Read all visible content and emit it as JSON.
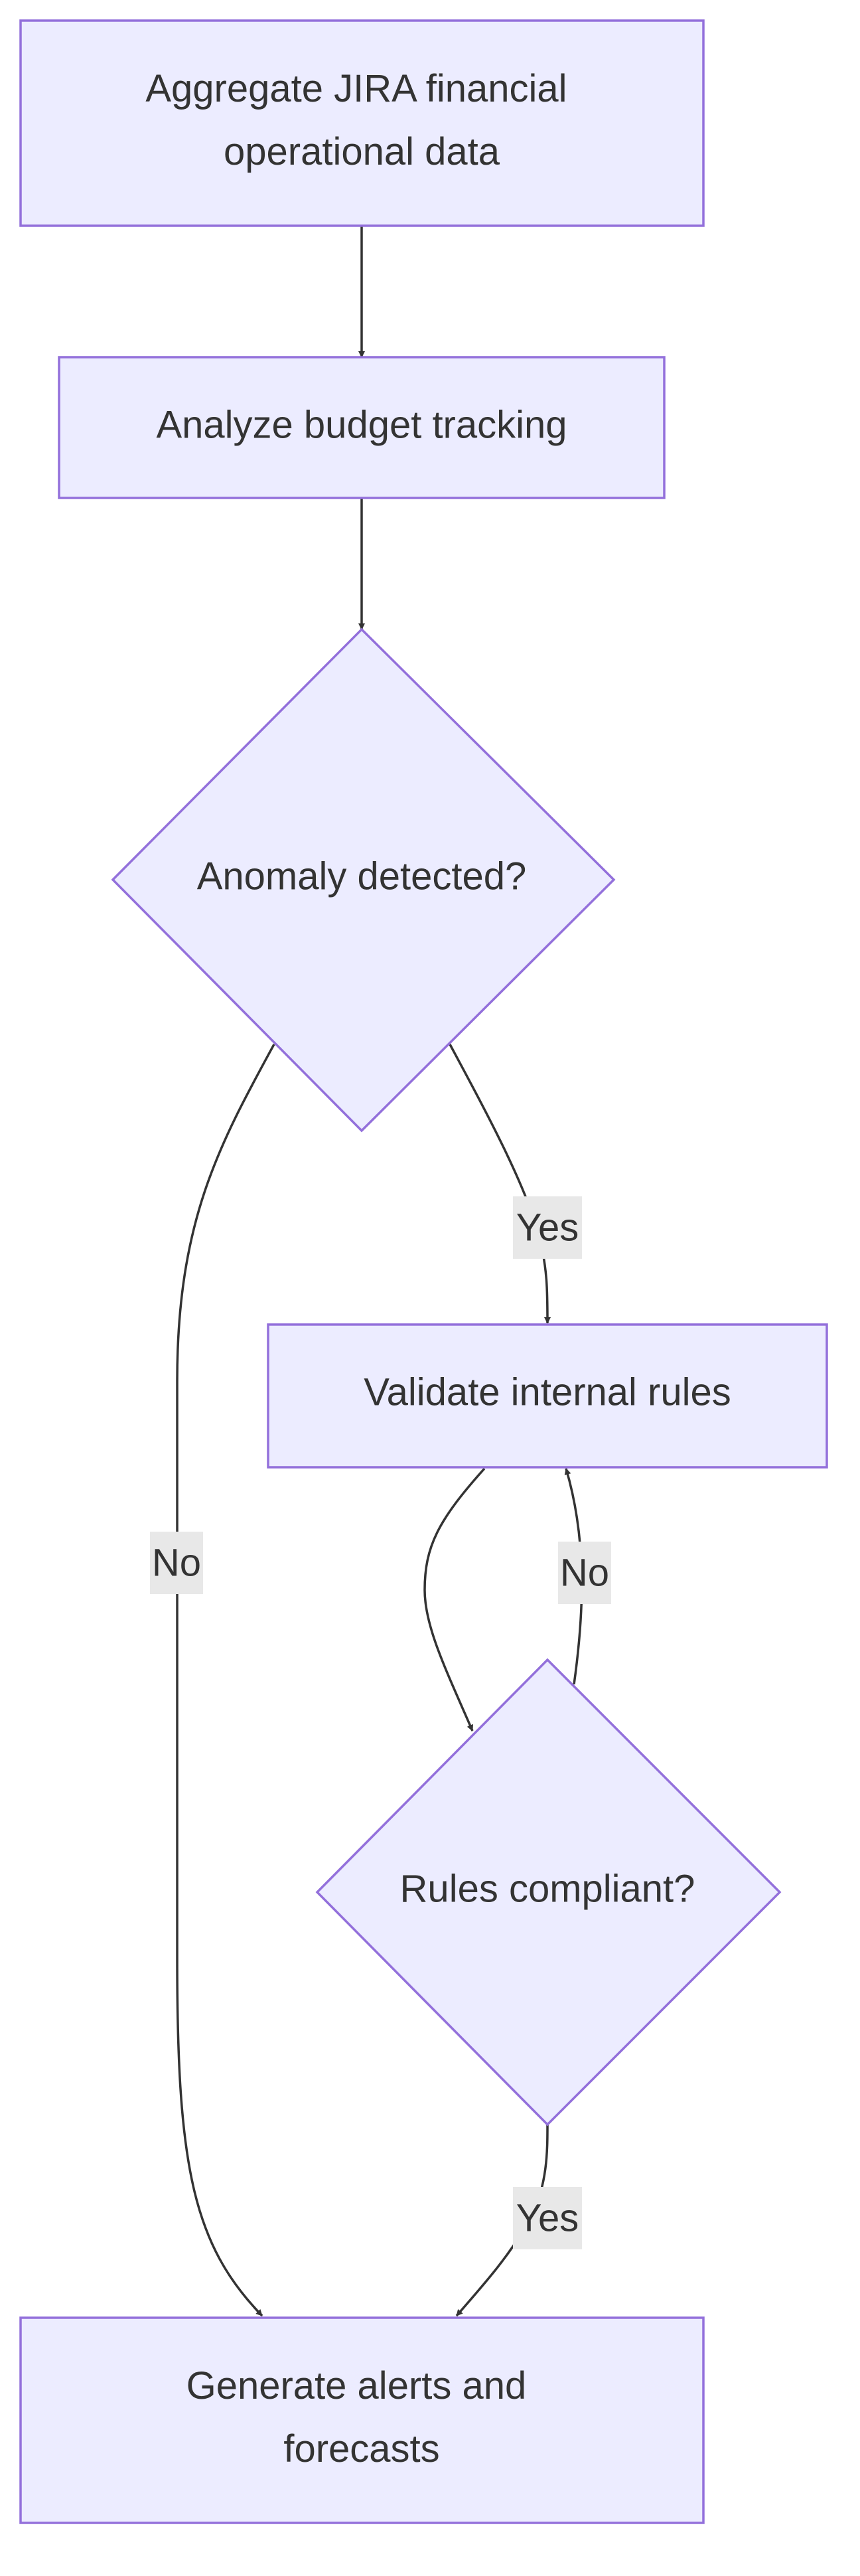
{
  "diagram": {
    "type": "flowchart",
    "colors": {
      "node_fill": "#ececff",
      "node_stroke": "#9370db",
      "edge": "#333333",
      "label_bg": "#e8e8e8",
      "text": "#333333"
    },
    "nodes": {
      "aggregate": {
        "shape": "rect",
        "line1": "Aggregate JIRA financial",
        "line2": "operational data"
      },
      "analyze": {
        "shape": "rect",
        "label": "Analyze budget tracking"
      },
      "anomaly": {
        "shape": "diamond",
        "label": "Anomaly detected?"
      },
      "validate": {
        "shape": "rect",
        "label": "Validate internal rules"
      },
      "compliant": {
        "shape": "diamond",
        "label": "Rules compliant?"
      },
      "generate": {
        "shape": "rect",
        "line1": "Generate alerts and",
        "line2": "forecasts"
      }
    },
    "edges": [
      {
        "from": "aggregate",
        "to": "analyze",
        "label": ""
      },
      {
        "from": "analyze",
        "to": "anomaly",
        "label": ""
      },
      {
        "from": "anomaly",
        "to": "validate",
        "label": "Yes"
      },
      {
        "from": "anomaly",
        "to": "generate",
        "label": "No"
      },
      {
        "from": "validate",
        "to": "compliant",
        "label": ""
      },
      {
        "from": "compliant",
        "to": "validate",
        "label": "No"
      },
      {
        "from": "compliant",
        "to": "generate",
        "label": "Yes"
      }
    ],
    "edge_labels": {
      "anomaly_yes": "Yes",
      "anomaly_no": "No",
      "compliant_no": "No",
      "compliant_yes": "Yes"
    }
  }
}
